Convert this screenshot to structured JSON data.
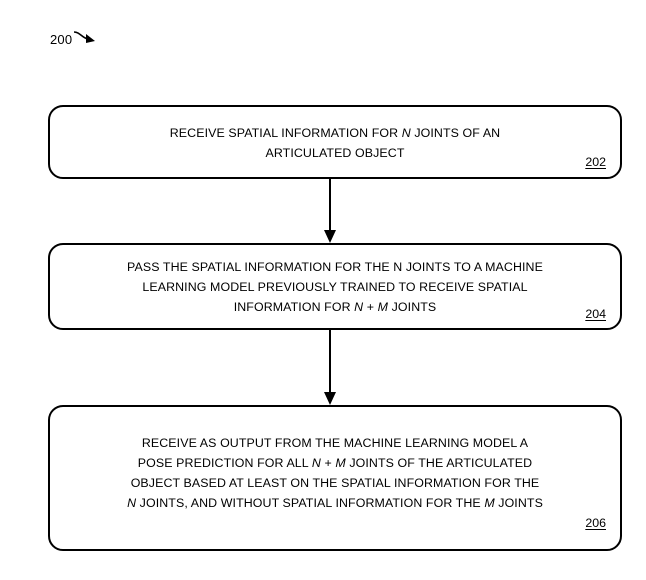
{
  "figure": {
    "reference_number": "200",
    "lead_icon": "arrow-marker-icon"
  },
  "diagram": {
    "type": "flowchart",
    "orientation": "vertical",
    "steps": [
      {
        "ref": "202",
        "lines": [
          "RECEIVE SPATIAL INFORMATION FOR <i>N</i> JOINTS OF AN",
          "ARTICULATED OBJECT"
        ],
        "text_plain": "RECEIVE SPATIAL INFORMATION FOR N JOINTS OF AN ARTICULATED OBJECT"
      },
      {
        "ref": "204",
        "lines": [
          "PASS THE SPATIAL INFORMATION FOR THE N JOINTS TO A MACHINE",
          "LEARNING MODEL PREVIOUSLY TRAINED TO RECEIVE SPATIAL",
          "INFORMATION FOR <i>N</i> + <i>M</i> JOINTS"
        ],
        "text_plain": "PASS THE SPATIAL INFORMATION FOR THE N JOINTS TO A MACHINE LEARNING MODEL PREVIOUSLY TRAINED TO RECEIVE SPATIAL INFORMATION FOR N + M JOINTS"
      },
      {
        "ref": "206",
        "lines": [
          "RECEIVE AS OUTPUT FROM THE MACHINE LEARNING MODEL A",
          "POSE PREDICTION FOR ALL <i>N</i> + <i>M</i> JOINTS OF THE ARTICULATED",
          "OBJECT BASED AT LEAST ON THE SPATIAL INFORMATION FOR THE",
          "<i>N</i> JOINTS, AND WITHOUT SPATIAL INFORMATION FOR THE <i>M</i> JOINTS"
        ],
        "text_plain": "RECEIVE AS OUTPUT FROM THE MACHINE LEARNING MODEL A POSE PREDICTION FOR ALL N + M JOINTS OF THE ARTICULATED OBJECT BASED AT LEAST ON THE SPATIAL INFORMATION FOR THE N JOINTS, AND WITHOUT SPATIAL INFORMATION FOR THE M JOINTS"
      }
    ],
    "connectors": [
      {
        "from": "202",
        "to": "204",
        "icon": "down-arrow-icon"
      },
      {
        "from": "204",
        "to": "206",
        "icon": "down-arrow-icon"
      }
    ]
  },
  "colors": {
    "background": "#ffffff",
    "stroke": "#000000",
    "text": "#000000"
  }
}
